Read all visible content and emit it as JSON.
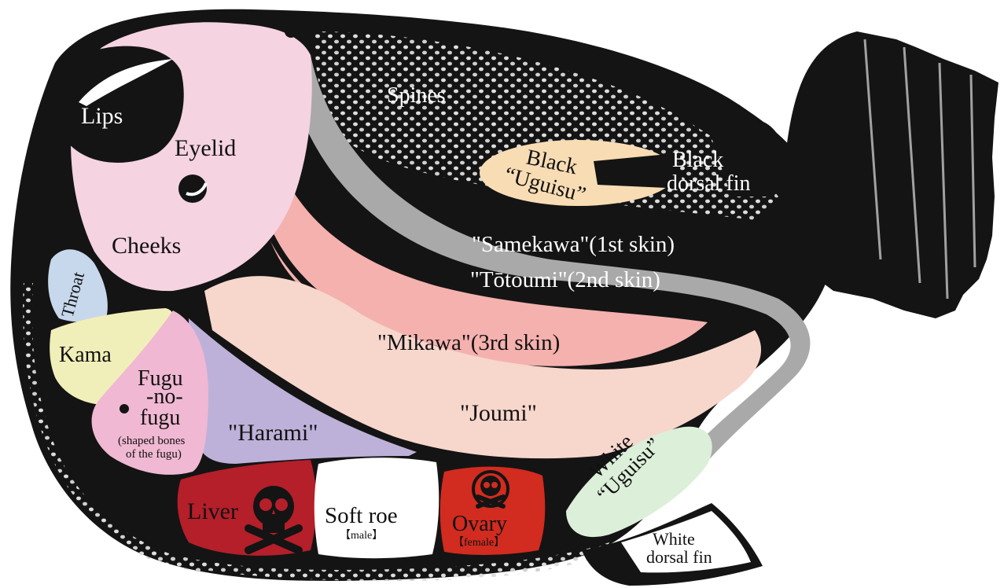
{
  "colors": {
    "body_black": "#141414",
    "head_pink": "#f5d3e1",
    "throat_blue": "#c7d7ec",
    "kama_yellow": "#f1efb9",
    "fugu_pink": "#f0b8d2",
    "harami_purple": "#bdb1d9",
    "joumi_peach": "#f7d6cc",
    "mikawa_pink": "#f4b1ae",
    "totoumi_gray": "#a9a9a9",
    "uguisu_black_cream": "#f8dcb4",
    "uguisu_white_green": "#dcefd9",
    "liver_red": "#b41f2a",
    "ovary_red": "#d22b1f",
    "soft_roe_white": "#ffffff"
  },
  "icons": {
    "liver_skull": "skull-crossbones-icon",
    "ovary_skull": "skull-crossbones-icon"
  },
  "labels": {
    "lips": "Lips",
    "spines": "Spines",
    "eyelid": "Eyelid",
    "cheeks": "Cheeks",
    "throat": "Throat",
    "kama": "Kama",
    "fugu_line1": "Fugu",
    "fugu_line2": "-no-",
    "fugu_line3": "fugu",
    "fugu_note1": "(shaped bones",
    "fugu_note2": "of the fugu)",
    "harami": "\"Harami\"",
    "joumi": "\"Joumi\"",
    "mikawa": "\"Mikawa\"(3rd skin)",
    "totoumi": "\"Tōtoumi\"(2nd skin)",
    "samekawa": "\"Samekawa\"(1st skin)",
    "black_uguisu_1": "Black",
    "black_uguisu_2": "“Uguisu”",
    "black_dorsal_1": "Black",
    "black_dorsal_2": "dorsal fin",
    "white_uguisu_1": "White",
    "white_uguisu_2": "“Uguisu”",
    "white_dorsal_1": "White",
    "white_dorsal_2": "dorsal fin",
    "liver": "Liver",
    "soft_roe": "Soft roe",
    "soft_roe_note": "【male】",
    "ovary": "Ovary",
    "ovary_note": "【female】"
  }
}
